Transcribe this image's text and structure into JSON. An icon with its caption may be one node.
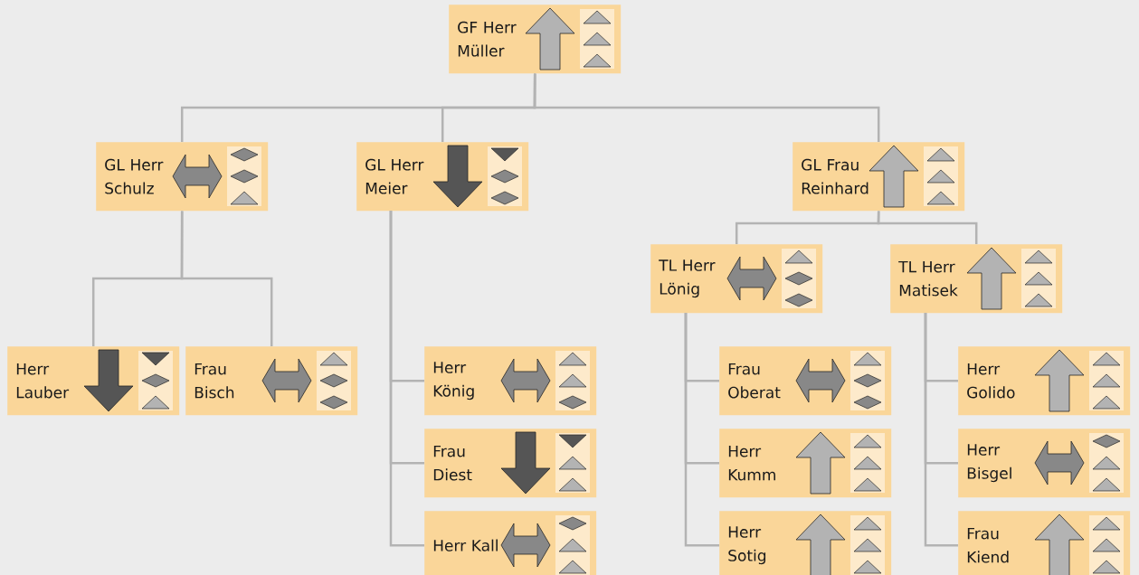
{
  "diagram": {
    "nodes": [
      {
        "text": [
          "GF Herr Müller"
        ]
      },
      {
        "text": [
          "GL Herr Schulz"
        ]
      },
      {
        "text": [
          "GL Herr Meier"
        ]
      },
      {
        "text": [
          "GL Frau Reinhard"
        ]
      },
      {
        "text": [
          "Herr Lauber"
        ]
      },
      {
        "text": [
          "Frau Bisch"
        ]
      },
      {
        "text": [
          "Herr König"
        ]
      },
      {
        "text": [
          "Frau Diest"
        ]
      },
      {
        "text": [
          "Herr Kall"
        ]
      },
      {
        "text": [
          "TL Herr Lönig"
        ]
      },
      {
        "text": [
          "TL Herr Matisek"
        ]
      },
      {
        "text": [
          "Frau Oberat"
        ]
      },
      {
        "text": [
          "Herr Kumm"
        ]
      },
      {
        "text": [
          "Herr Sotig"
        ]
      },
      {
        "text": [
          "Herr Golido"
        ]
      },
      {
        "text": [
          "Herr Bisgel"
        ]
      },
      {
        "text": [
          "Frau Kiend"
        ]
      }
    ],
    "edges": [
      {
        "from": 0,
        "to": 1,
        "arrow": "none"
      },
      {
        "from": 0,
        "to": 2,
        "arrow": "none"
      },
      {
        "from": 0,
        "to": 3,
        "arrow": "none"
      },
      {
        "from": 1,
        "to": 4,
        "arrow": "none"
      },
      {
        "from": 1,
        "to": 5,
        "arrow": "none"
      },
      {
        "from": 2,
        "to": 6,
        "arrow": "none"
      },
      {
        "from": 2,
        "to": 7,
        "arrow": "none"
      },
      {
        "from": 2,
        "to": 8,
        "arrow": "none"
      },
      {
        "from": 3,
        "to": 9,
        "arrow": "none"
      },
      {
        "from": 3,
        "to": 10,
        "arrow": "none"
      },
      {
        "from": 9,
        "to": 11,
        "arrow": "none"
      },
      {
        "from": 9,
        "to": 12,
        "arrow": "none"
      },
      {
        "from": 9,
        "to": 13,
        "arrow": "none"
      },
      {
        "from": 10,
        "to": 14,
        "arrow": "none"
      },
      {
        "from": 10,
        "to": 15,
        "arrow": "none"
      },
      {
        "from": 10,
        "to": 16,
        "arrow": "none"
      }
    ]
  }
}
